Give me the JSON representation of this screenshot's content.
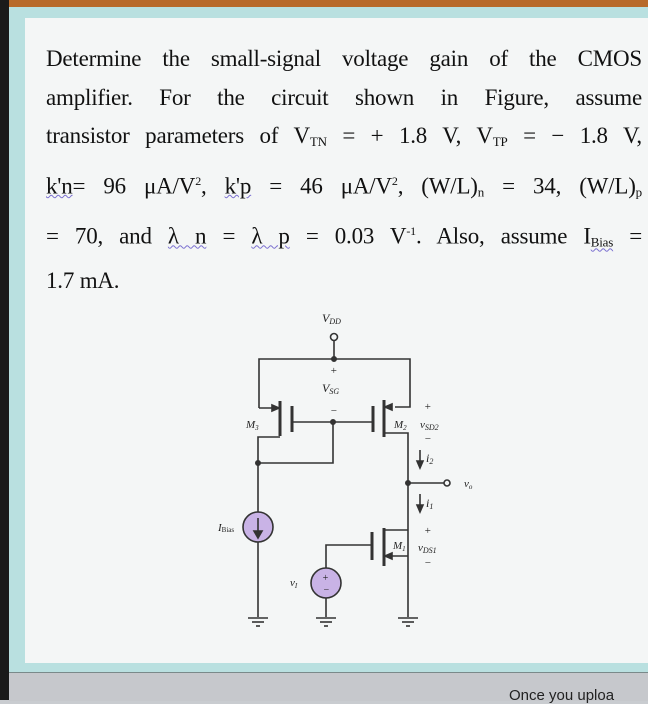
{
  "problem": {
    "line1": "Determine the small-signal voltage gain of the CMOS",
    "line2": "amplifier. For the circuit shown in Figure, assume",
    "line3_a": "transistor parameters of V",
    "line3_sub1": "TN",
    "line3_b": " = + 1.8 V, V",
    "line3_sub2": "TP",
    "line3_c": " = − 1.8 V,",
    "line4_a": "k'n",
    "line4_b": "= 96 μA/V",
    "line4_c": ", ",
    "line4_d": "k'p",
    "line4_e": " = 46 μA/V",
    "line4_f": ", (W/L)",
    "line4_sub1": "n",
    "line4_g": " = 34, (W/L)",
    "line4_sub2": "p",
    "sq": "2",
    "line5_a": "= 70, and ",
    "line5_b": "λ n",
    "line5_c": " = ",
    "line5_d": "λ p",
    "line5_e": " = 0.03 V",
    "line5_sup": "-1",
    "line5_f": ". Also, assume I",
    "line5_sub": "Bias",
    "line5_g": " =",
    "line6": "1.7 mA."
  },
  "circuit": {
    "vdd": "V",
    "vdd_sub": "DD",
    "vsg": "V",
    "vsg_sub": "SG",
    "m3": "M",
    "m3_sub": "3",
    "m2": "M",
    "m2_sub": "2",
    "m1": "M",
    "m1_sub": "1",
    "vsd2": "v",
    "vsd2_sub": "SD2",
    "vds1": "v",
    "vds1_sub": "DS1",
    "i2": "i",
    "i2_sub": "2",
    "i1": "i",
    "i1_sub": "1",
    "vo": "v",
    "vo_sub": "o",
    "vi": "v",
    "vi_sub": "I",
    "ibias": "I",
    "ibias_sub": "Bias",
    "plus": "+",
    "minus": "−",
    "source_color": "#c9b3e6"
  },
  "footer": {
    "text": "Once you uploa"
  }
}
